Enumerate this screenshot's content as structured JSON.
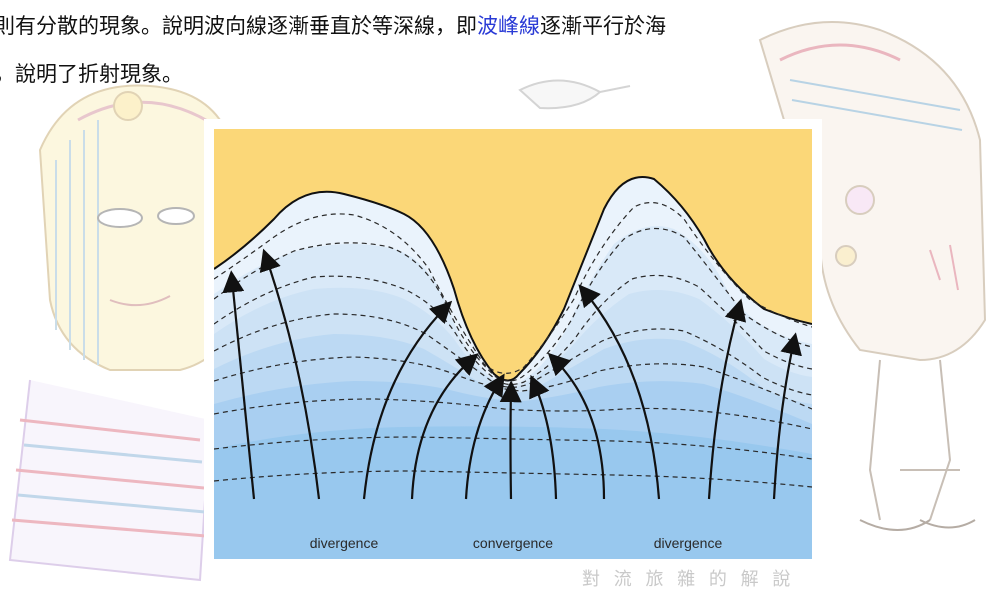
{
  "text": {
    "line1_before": "則有分散的現象。說明波向線逐漸垂直於等深線，即",
    "line1_link": "波峰線",
    "line1_after": "逐漸平行於海",
    "line2": "，說明了折射現象。"
  },
  "figure": {
    "labels": [
      "divergence",
      "convergence",
      "divergence"
    ]
  },
  "watermark": "對 流 旅 雜 的 解 說",
  "colors": {
    "link": "#2a3bd6",
    "land": "#fbd778",
    "water_deep": "#92c6ef",
    "water_shallow": "#eaf3fc"
  }
}
